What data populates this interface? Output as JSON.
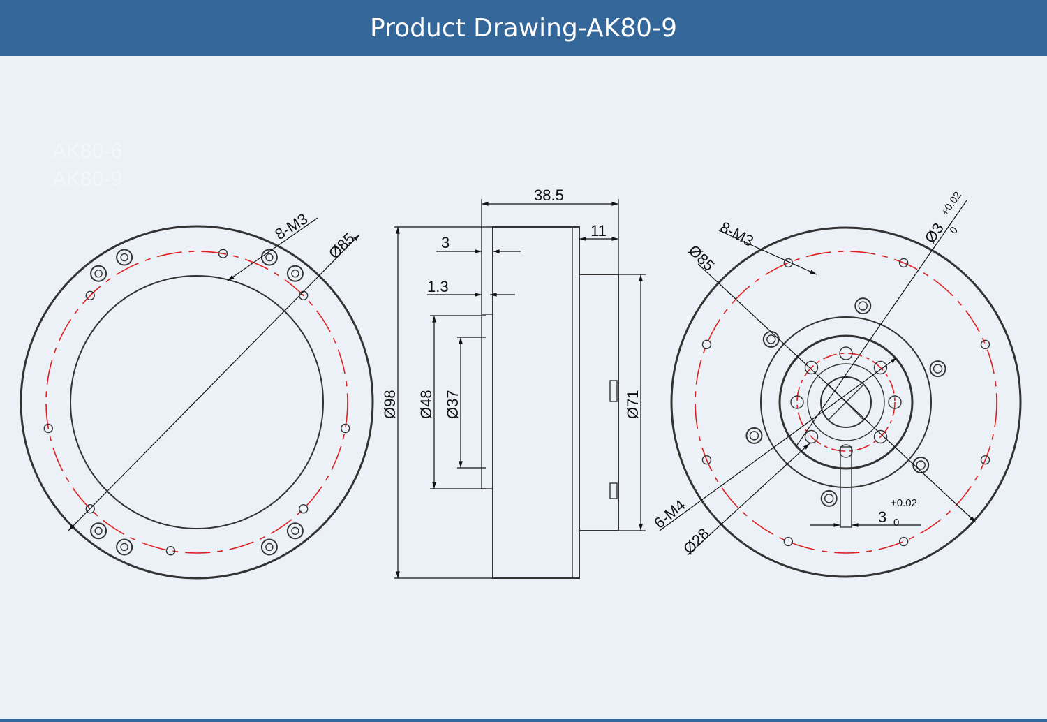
{
  "header": {
    "title": "Product Drawing-AK80-9"
  },
  "watermark": [
    "AK80-6",
    "AK80-9"
  ],
  "front_view": {
    "hole_label": "8-M3",
    "pcd_label": "Ø85"
  },
  "side_view": {
    "length": "38.5",
    "shaft_length": "11",
    "flange_offset": "3",
    "flange_thickness": "1.3",
    "outer_diameter": "Ø98",
    "flange_diameter": "Ø48",
    "inner_diameter": "Ø37",
    "hub_diameter": "Ø71"
  },
  "rear_view": {
    "hole_label": "8-M3",
    "pcd_label": "Ø85",
    "pin_label": "Ø3",
    "pin_tol_upper": "+0.02",
    "pin_tol_lower": "0",
    "bolt_label": "6-M4",
    "bolt_pcd_label": "Ø28",
    "slot_width": "3",
    "slot_tol_upper": "+0.02",
    "slot_tol_lower": "0"
  },
  "colors": {
    "header": "#336699",
    "background": "#ebf1f7",
    "centerline": "#e02020"
  }
}
